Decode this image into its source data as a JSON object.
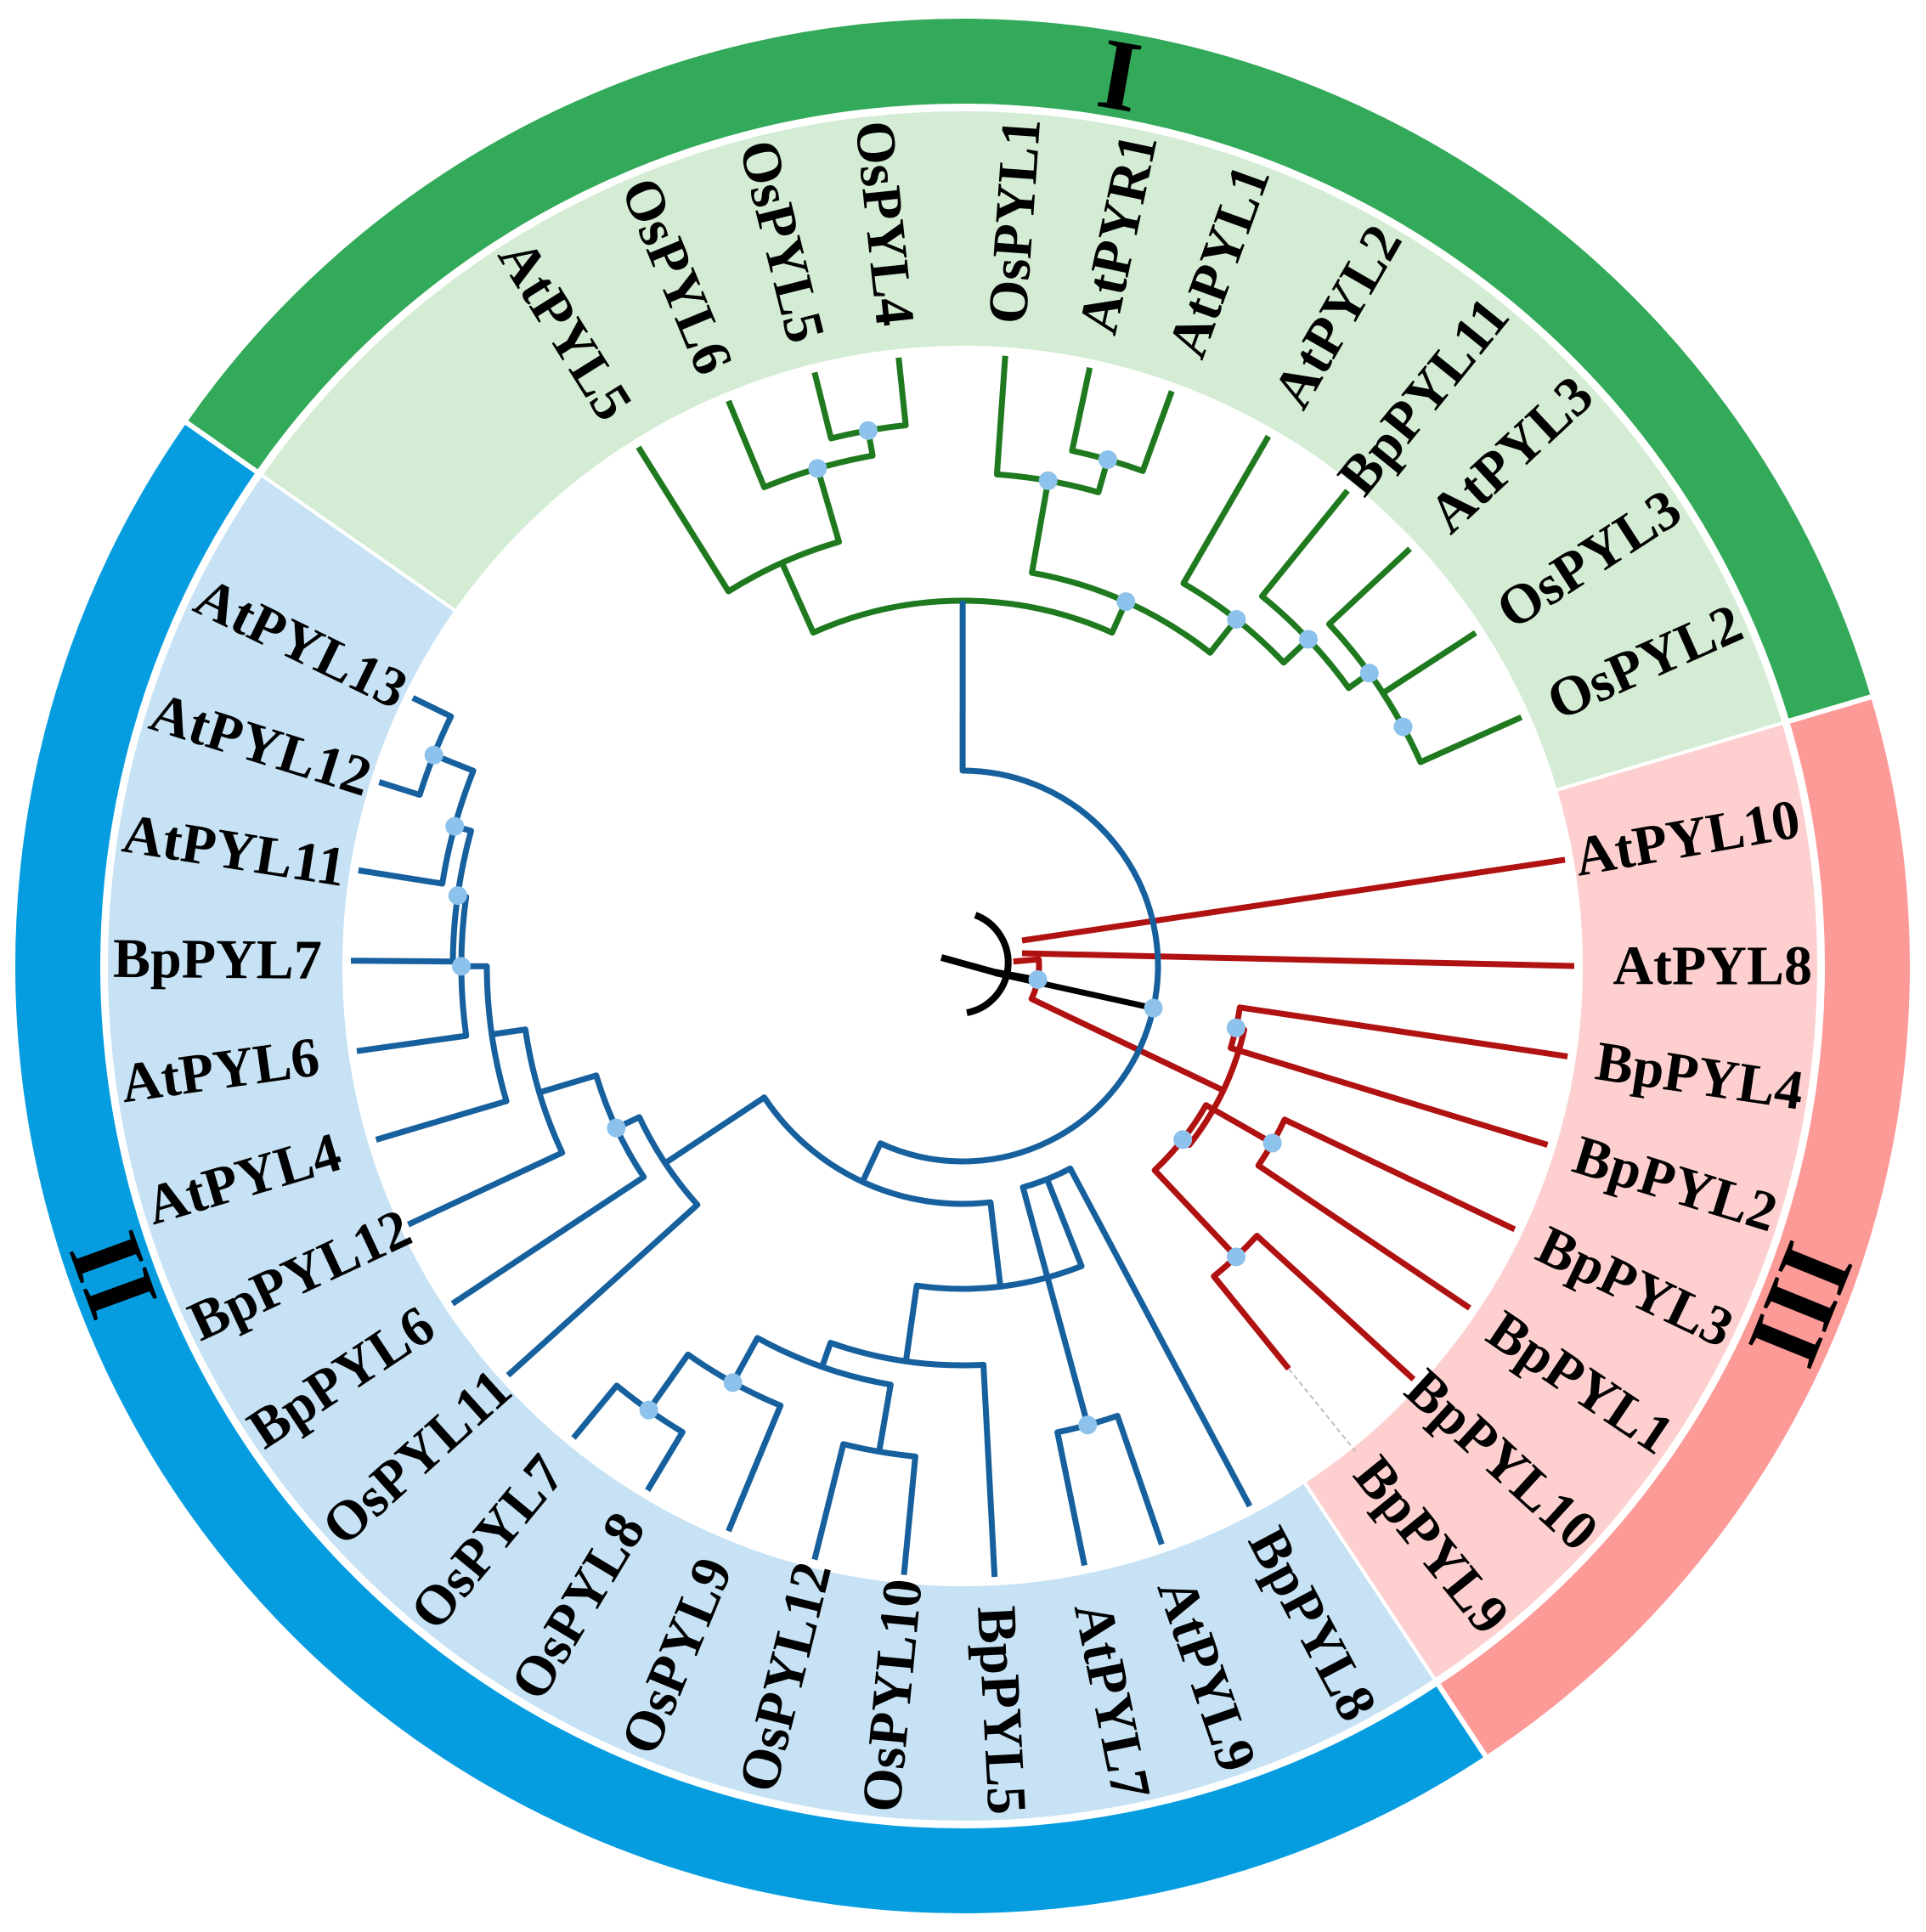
{
  "colors": {
    "background": "#ffffff",
    "clade_I_outer": "#33a95a",
    "clade_I_inner": "#d3ecd3",
    "clade_I_branch": "#1f7a1f",
    "clade_II_outer": "#069de0",
    "clade_II_inner": "#c6e2f4",
    "clade_II_branch": "#16609e",
    "clade_III_outer": "#fc9a98",
    "clade_III_inner": "#fdd0cf",
    "clade_III_branch": "#b01111",
    "root_branch": "#000000",
    "bootstrap_dot": "#8cc2eb",
    "leader_line": "#bfbfbf"
  },
  "clades": [
    {
      "id": "I",
      "label": "I",
      "color": "#33a95a"
    },
    {
      "id": "II",
      "label": "II",
      "color": "#069de0"
    },
    {
      "id": "III",
      "label": "III",
      "color": "#fc9a98"
    }
  ],
  "leaves": [
    {
      "id": "AtPYL10",
      "label": "AtPYL10",
      "clade": "III"
    },
    {
      "id": "AtPYL8",
      "label": "AtPYL8",
      "clade": "III"
    },
    {
      "id": "BpPYL4",
      "label": "BpPYL4",
      "clade": "III"
    },
    {
      "id": "BpPYL2",
      "label": "BpPYL2",
      "clade": "III"
    },
    {
      "id": "BpPYL3",
      "label": "BpPYL3",
      "clade": "III"
    },
    {
      "id": "BpPYL1",
      "label": "BpPYL1",
      "clade": "III"
    },
    {
      "id": "BpPYL10",
      "label": "BpPYL10",
      "clade": "III"
    },
    {
      "id": "BpPYL9",
      "label": "BpPYL9",
      "clade": "III"
    },
    {
      "id": "BpPYL8",
      "label": "BpPYL8",
      "clade": "II"
    },
    {
      "id": "AtPYL9",
      "label": "AtPYL9",
      "clade": "II"
    },
    {
      "id": "AtPYL7",
      "label": "AtPYL7",
      "clade": "II"
    },
    {
      "id": "BpPYL5",
      "label": "BpPYL5",
      "clade": "II"
    },
    {
      "id": "OsPYL10",
      "label": "OsPYL10",
      "clade": "II"
    },
    {
      "id": "OsPYL12",
      "label": "OsPYL12",
      "clade": "II"
    },
    {
      "id": "OsPYL9",
      "label": "OsPYL9",
      "clade": "II"
    },
    {
      "id": "OsPYL8",
      "label": "OsPYL8",
      "clade": "II"
    },
    {
      "id": "OsPYL7",
      "label": "OsPYL7",
      "clade": "II"
    },
    {
      "id": "OsPYL11",
      "label": "OsPYL11",
      "clade": "II"
    },
    {
      "id": "BpPYL6",
      "label": "BpPYL6",
      "clade": "II"
    },
    {
      "id": "BpPYL12",
      "label": "BpPYL12",
      "clade": "II"
    },
    {
      "id": "AtPYL4",
      "label": "AtPYL4",
      "clade": "II"
    },
    {
      "id": "AtPYL6",
      "label": "AtPYL6",
      "clade": "II"
    },
    {
      "id": "BpPYL7",
      "label": "BpPYL7",
      "clade": "II"
    },
    {
      "id": "AtPYL11",
      "label": "AtPYL11",
      "clade": "II"
    },
    {
      "id": "AtPYL12",
      "label": "AtPYL12",
      "clade": "II"
    },
    {
      "id": "AtPYL13",
      "label": "AtPYL13",
      "clade": "II"
    },
    {
      "id": "AtPYL5",
      "label": "AtPYL5",
      "clade": "I"
    },
    {
      "id": "OsPYL6",
      "label": "OsPYL6",
      "clade": "I"
    },
    {
      "id": "OsPYL5",
      "label": "OsPYL5",
      "clade": "I"
    },
    {
      "id": "OsPYL4",
      "label": "OsPYL4",
      "clade": "I"
    },
    {
      "id": "OsPYL1",
      "label": "OsPYL1",
      "clade": "I"
    },
    {
      "id": "AtPYR1",
      "label": "AtPYR1",
      "clade": "I"
    },
    {
      "id": "AtPYL1",
      "label": "AtPYL1",
      "clade": "I"
    },
    {
      "id": "AtPYL2",
      "label": "AtPYL2",
      "clade": "I"
    },
    {
      "id": "BpPYL11",
      "label": "BpPYL11",
      "clade": "I"
    },
    {
      "id": "AtPYL3",
      "label": "AtPYL3",
      "clade": "I"
    },
    {
      "id": "OsPYL3",
      "label": "OsPYL3",
      "clade": "I"
    },
    {
      "id": "OsPYL2",
      "label": "OsPYL2",
      "clade": "I"
    }
  ]
}
